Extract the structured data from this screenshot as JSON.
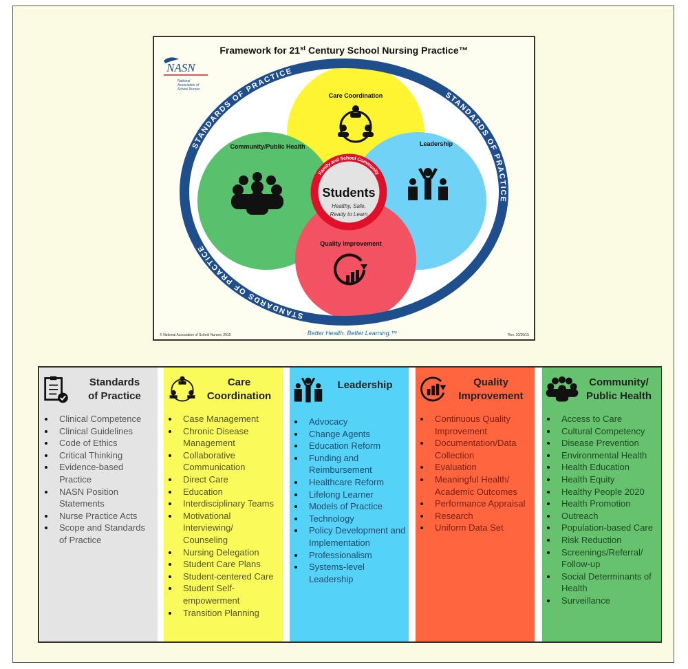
{
  "diagram": {
    "title": "Framework for 21st Century School Nursing Practice™",
    "title_main": "Framework for 21",
    "title_sup": "st",
    "title_rest": " Century School Nursing Practice™",
    "logo": {
      "name": "NASN",
      "sub1": "National",
      "sub2": "Association of",
      "sub3": "School Nurses"
    },
    "ring_text": "STANDARDS OF PRACTICE",
    "circles": {
      "care": "Care Coordination",
      "community": "Community/Public Health",
      "leadership": "Leadership",
      "quality": "Quality Improvement"
    },
    "center": {
      "ring": "Family and School Community",
      "title": "Students",
      "line1": "Healthy, Safe,",
      "line2": "Ready to Learn"
    },
    "footer": {
      "copyright": "© National Association of School Nurses, 2015",
      "tagline": "Better Health. Better Learning.™",
      "rev": "Rev. 10/26/15"
    },
    "colors": {
      "ring": "#1f4e8c",
      "yellow": "#fff200",
      "green": "#2fb24a",
      "blue": "#4cc8f4",
      "red": "#f0283c"
    }
  },
  "columns": [
    {
      "title1": "Standards",
      "title2": "of Practice",
      "icon": "clipboard-check-icon",
      "bg": "#e4e4e4",
      "color": "#555555",
      "items": [
        "Clinical Competence",
        "Clinical Guidelines",
        "Code of Ethics",
        "Critical Thinking",
        "Evidence-based Practice",
        "NASN Position Statements",
        "Nurse Practice Acts",
        "Scope and Standards of Practice"
      ]
    },
    {
      "title1": "Care",
      "title2": "Coordination",
      "icon": "care-coordination-icon",
      "bg": "#fafa5a",
      "color": "#555522",
      "items": [
        "Case Management",
        "Chronic Disease Management",
        "Collaborative Communication",
        "Direct Care",
        "Education",
        "Interdisciplinary Teams",
        "Motivational Interviewing/ Counseling",
        "Nursing Delegation",
        "Student Care Plans",
        "Student-centered Care",
        "Student Self-empowerment",
        "Transition Planning"
      ]
    },
    {
      "title1": "Leadership",
      "title2": "",
      "icon": "leadership-icon",
      "bg": "#55d2f8",
      "color": "#1d4a6a",
      "items": [
        "Advocacy",
        "Change Agents",
        "Education Reform",
        "Funding and Reimbursement",
        "Healthcare Reform",
        "Lifelong Learner",
        "Models of Practice",
        "Technology",
        "Policy Development and Implementation",
        "Professionalism",
        "Systems-level Leadership"
      ]
    },
    {
      "title1": "Quality",
      "title2": "Improvement",
      "icon": "quality-improvement-icon",
      "bg": "#ff6640",
      "color": "#7a1e10",
      "items": [
        "Continuous Quality Improvement",
        "Documentation/Data Collection",
        "Evaluation",
        "Meaningful Health/ Academic Outcomes",
        "Performance Appraisal",
        "Research",
        "Uniform Data Set"
      ]
    },
    {
      "title1": "Community/",
      "title2": "Public Health",
      "icon": "community-icon",
      "bg": "#66c26e",
      "color": "#1e4a22",
      "items": [
        "Access to Care",
        "Cultural Competency",
        "Disease Prevention",
        "Environmental Health",
        "Health Education",
        "Health Equity",
        "Healthy People 2020",
        "Health Promotion",
        "Outreach",
        "Population-based Care",
        "Risk Reduction",
        "Screenings/Referral/ Follow-up",
        "Social Determinants of Health",
        "Surveillance"
      ]
    }
  ]
}
